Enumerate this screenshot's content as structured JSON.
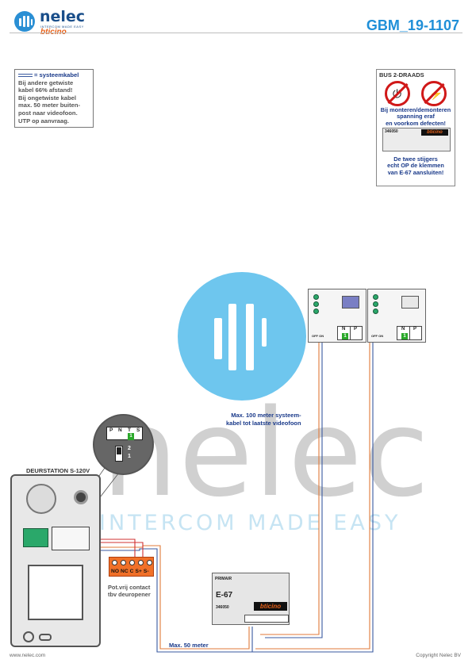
{
  "header": {
    "logo": {
      "brand": "nelec",
      "tagline": "INTERCOM MADE EASY",
      "partner": "bticino"
    },
    "doc_code": "GBM_19-1107"
  },
  "note": {
    "line1_key": "= systeemkabel",
    "lines": [
      "Bij andere getwiste",
      "kabel 66% afstand!",
      "Bij ongetwiste kabel",
      "max. 50 meter buiten-",
      "post naar videofoon.",
      "UTP op aanvraag."
    ]
  },
  "warning": {
    "title": "BUS 2-DRAADS",
    "text1": [
      "Bij monteren/demonteren",
      "spanning eraf",
      "en voorkom defecten!"
    ],
    "module_code": "346050",
    "module_brand": "bticino",
    "text2": [
      "De twee stijgers",
      "echt OP de klemmen",
      "van E-67 aansluiten!"
    ]
  },
  "watermark": {
    "word": "nelec",
    "tagline": "INTERCOM MADE EASY"
  },
  "monitors": [
    {
      "n_label": "N",
      "n_value": "1",
      "p_label": "P",
      "switch_label": "OFF ON"
    },
    {
      "n_label": "N",
      "n_value": "1",
      "p_label": "P",
      "switch_label": "OFF ON"
    }
  ],
  "door": {
    "title": "DEURSTATION S-120V",
    "zoom": {
      "labels": [
        "P",
        "N",
        "T",
        "S"
      ],
      "n_value": "1",
      "jumper_top": "2",
      "jumper_bottom": "1"
    }
  },
  "relay": {
    "terminals": "NO NC C  S+  S-",
    "caption": [
      "Pot.vrij contact",
      "tbv deuropener"
    ]
  },
  "psu": {
    "head": "PRIMAIR",
    "name": "E-67",
    "code": "346050",
    "brand": "bticino"
  },
  "captions": {
    "max100": [
      "Max. 100 meter systeem-",
      "kabel tot laatste videofoon"
    ],
    "max50": "Max. 50 meter"
  },
  "footer": {
    "left": "www.nelec.com",
    "right": "Copyright Nelec BV"
  },
  "colors": {
    "accent": "#1f8fd8",
    "wire_orange": "#e07a3a",
    "wire_blue": "#3a5aa0",
    "watermark": "#6ec6ee"
  }
}
